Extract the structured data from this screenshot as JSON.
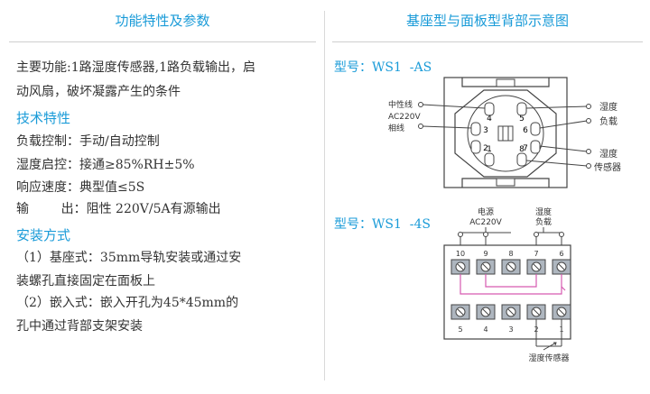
{
  "headers": {
    "left": "功能特性及参数",
    "right": "基座型与面板型背部示意图"
  },
  "left": {
    "main_func_line1": "主要功能:1路湿度传感器,1路负载输出，启",
    "main_func_line2": "动风扇，破坏凝露产生的条件",
    "tech_title": "技术特性",
    "load_control": "负载控制：手动/自动控制",
    "humidity_start": "湿度启控：接通≥85%RH±5%",
    "response_speed": "响应速度：典型值≤5S",
    "output": "输        出：阻性 220V/5A有源输出",
    "install_title": "安装方式",
    "install1_line1": "（1）基座式：35mm导轨安装或通过安",
    "install1_line2": "装螺孔直接固定在面板上",
    "install2_line1": "（2）嵌入式：嵌入开孔为45*45mm的",
    "install2_line2": "孔中通过背部支架安装"
  },
  "diagram1": {
    "model": "型号：WS1  -AS",
    "pins": [
      "1",
      "2",
      "3",
      "4",
      "5",
      "6",
      "7",
      "8"
    ],
    "left_labels": [
      "中性线",
      "AC220V",
      "相线"
    ],
    "right_labels": [
      "湿度",
      "负载",
      "湿度",
      "传感器"
    ]
  },
  "diagram2": {
    "model": "型号：WS1  -4S",
    "top_terminals": [
      "10",
      "9",
      "8",
      "7",
      "6"
    ],
    "bottom_terminals": [
      "5",
      "4",
      "3",
      "2",
      "1"
    ],
    "power_label": [
      "电源",
      "AC220V"
    ],
    "load_label": [
      "湿度",
      "负载"
    ],
    "sensor_label": "湿度传感器"
  },
  "colors": {
    "accent": "#1a9bd8",
    "text": "#333333",
    "terminal_fill": "#aeb6bf",
    "wire": "#d65ab0"
  }
}
